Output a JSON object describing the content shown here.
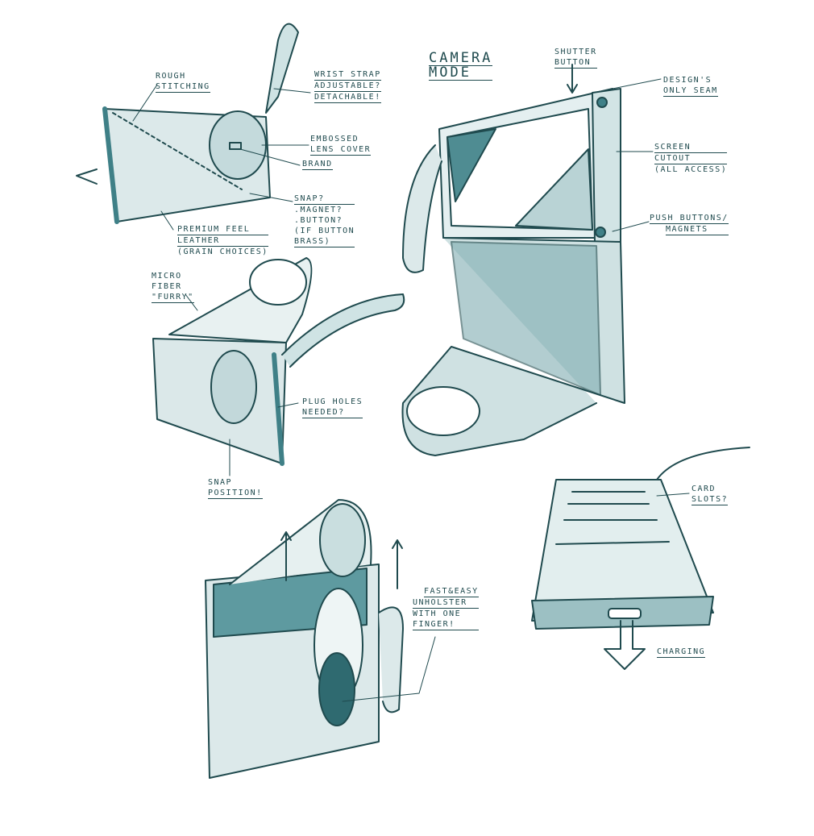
{
  "colors": {
    "ink": "#1f4a4e",
    "marker": "#3f8087",
    "marker_light": "#cfe3e4",
    "marker_dark": "#1d5257"
  },
  "annotations": {
    "rough_stitching": [
      "Rough",
      "Stitching"
    ],
    "wrist_strap": [
      "Wrist Strap",
      "Adjustable?",
      "Detachable!"
    ],
    "embossed": [
      "Embossed",
      "Lens Cover"
    ],
    "brand": "Brand",
    "snap": [
      "Snap?",
      ".Magnet?",
      ".Button?",
      "(If Button",
      "Brass)"
    ],
    "premium": [
      "Premium Feel",
      "Leather",
      "(Grain Choices)"
    ],
    "camera_mode": [
      "Camera",
      "Mode"
    ],
    "shutter": [
      "Shutter",
      "Button"
    ],
    "seam": [
      "Design's",
      "Only Seam"
    ],
    "screen": [
      "Screen",
      "Cutout",
      "(All Access)"
    ],
    "push": [
      "Push Buttons/",
      "Magnets"
    ],
    "micro": [
      "Micro",
      "Fiber",
      "\"Furry\""
    ],
    "plug": [
      "Plug Holes",
      "Needed?"
    ],
    "snap_position": [
      "Snap",
      "Position!"
    ],
    "card": [
      "Card",
      "Slots?"
    ],
    "unholster": [
      "Fast&Easy",
      "Unholster",
      "With One",
      "Finger!"
    ],
    "charging": "Charging"
  }
}
